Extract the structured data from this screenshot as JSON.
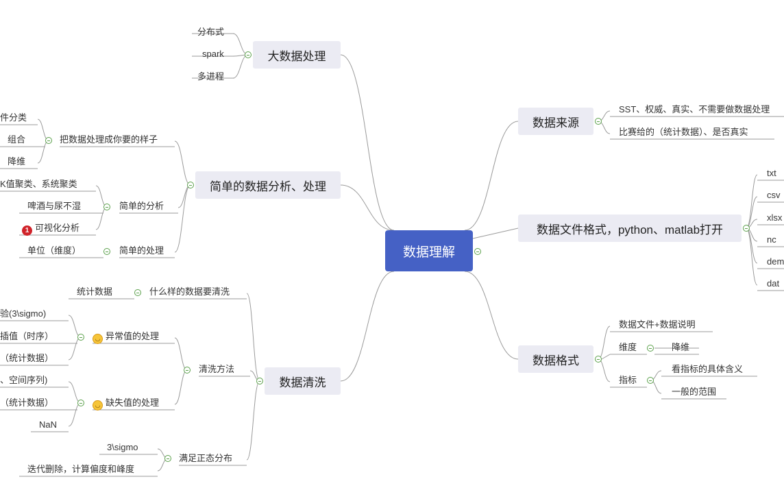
{
  "root": "数据理解",
  "branches": {
    "bigdata": {
      "label": "大数据处理",
      "items": [
        "分布式",
        "spark",
        "多进程"
      ]
    },
    "analysis": {
      "label": "简单的数据分析、处理",
      "process": {
        "label": "把数据处理成你要的样子",
        "items": [
          "件分类",
          "组合",
          "降维"
        ]
      },
      "simple_analysis": {
        "label": "简单的分析",
        "items": [
          "K值聚类、系统聚类",
          "啤酒与尿不湿",
          "可视化分析"
        ],
        "badge": "1"
      },
      "simple_process": {
        "label": "简单的处理",
        "item": "单位（维度）"
      }
    },
    "cleaning": {
      "label": "数据清洗",
      "what": {
        "label": "什么样的数据要清洗",
        "item": "统计数据"
      },
      "methods": {
        "label": "清洗方法",
        "outlier": {
          "label": "异常值的处理",
          "items": [
            "验(3\\sigmo)",
            "插值（时序）",
            "（统计数据）"
          ]
        },
        "missing": {
          "label": "缺失值的处理",
          "items": [
            "、空间序列)",
            "（统计数据）",
            "NaN"
          ]
        }
      },
      "normal": {
        "label": "满足正态分布",
        "items": [
          "3\\sigmo",
          "迭代删除，计算偏度和峰度"
        ]
      }
    },
    "source": {
      "label": "数据来源",
      "items": [
        "SST、权威、真实、不需要做数据处理",
        "比赛给的（统计数据）、是否真实"
      ]
    },
    "formats": {
      "label": "数据文件格式，python、matlab打开",
      "items": [
        "txt",
        "csv",
        "xlsx",
        "nc",
        "dem",
        "dat"
      ]
    },
    "dataformat": {
      "label": "数据格式",
      "desc": "数据文件+数据说明",
      "dimension": {
        "label": "维度",
        "item": "降维"
      },
      "indicator": {
        "label": "指标",
        "items": [
          "看指标的具体含义",
          "一般的范围"
        ]
      }
    }
  },
  "colors": {
    "root_bg": "#4561c5",
    "topic_bg": "#ebebf3",
    "line": "#9a9a9a",
    "toggle": "#5aa04a"
  }
}
